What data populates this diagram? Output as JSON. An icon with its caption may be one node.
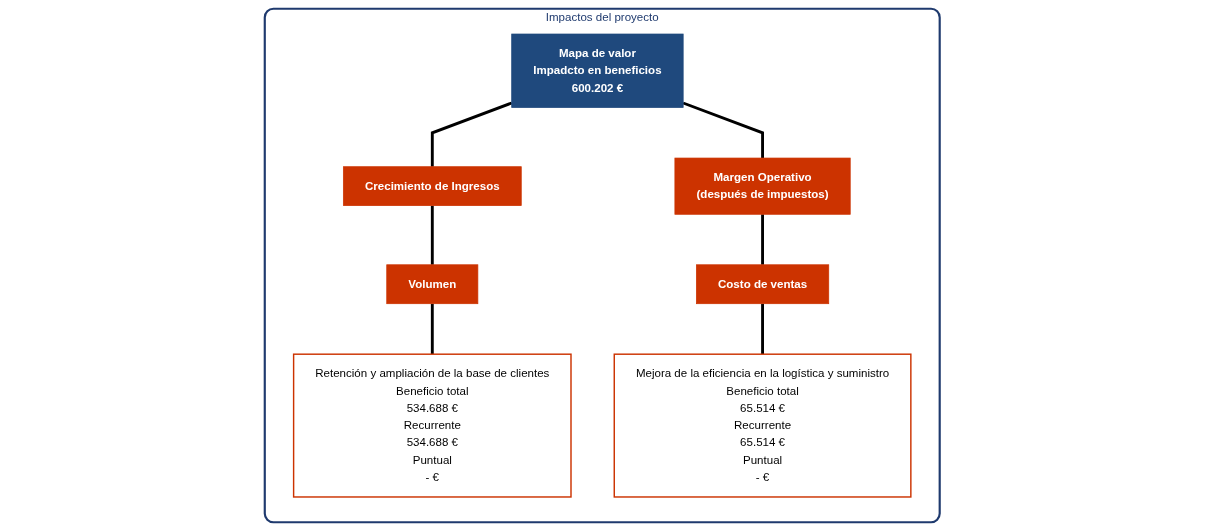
{
  "diagram": {
    "nodes": [
      {
        "text": [
          "Impactos del proyecto"
        ]
      },
      {
        "text": [
          "Mapa de valor",
          "Impadcto en beneficios",
          "600.202 €"
        ],
        "in": 0
      },
      {
        "text": [
          "Crecimiento de Ingresos"
        ],
        "in": 0
      },
      {
        "text": [
          "Margen Operativo",
          "(después de impuestos)"
        ],
        "in": 0
      },
      {
        "text": [
          "Volumen"
        ],
        "in": 0
      },
      {
        "text": [
          "Costo de ventas"
        ],
        "in": 0
      },
      {
        "text": [
          "Retención y ampliación de la base de clientes",
          "Beneficio total",
          "534.688 €",
          "Recurrente",
          "534.688 €",
          "Puntual",
          "- €"
        ],
        "in": 0
      },
      {
        "text": [
          "Mejora de la eficiencia en la logística y suministro",
          "Beneficio total",
          "65.514 €",
          "Recurrente",
          "65.514 €",
          "Puntual",
          "- €"
        ],
        "in": 0
      }
    ],
    "edges": [
      {
        "from": 1,
        "to": 2,
        "arrow": "none"
      },
      {
        "from": 1,
        "to": 3,
        "arrow": "none"
      },
      {
        "from": 2,
        "to": 4,
        "arrow": "none"
      },
      {
        "from": 3,
        "to": 5,
        "arrow": "none"
      },
      {
        "from": 4,
        "to": 6,
        "arrow": "none"
      },
      {
        "from": 5,
        "to": 7,
        "arrow": "none"
      }
    ]
  }
}
